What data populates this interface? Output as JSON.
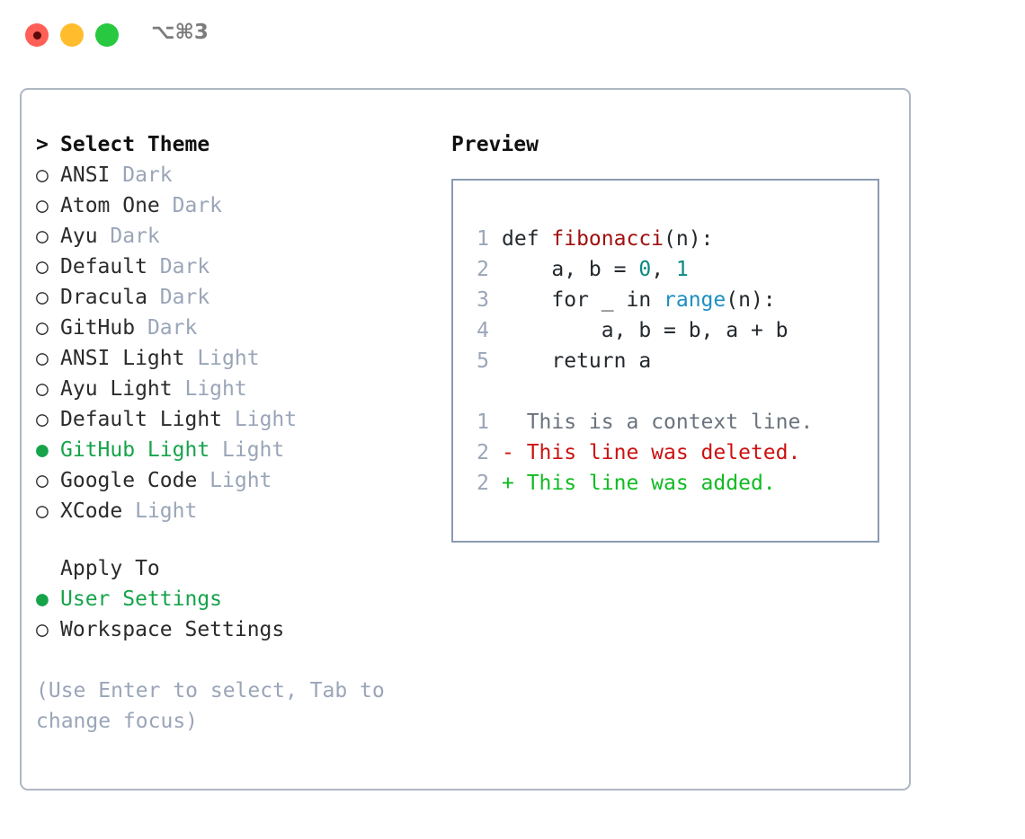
{
  "titlebar": {
    "shortcut": "⌥⌘3",
    "lights": [
      {
        "name": "close",
        "color": "#FF5F57"
      },
      {
        "name": "minimize",
        "color": "#FFBD2E"
      },
      {
        "name": "maximize",
        "color": "#28C840"
      }
    ]
  },
  "colors": {
    "accent_green": "#16A34A",
    "muted": "#9aa5b8",
    "text": "#2b2b2b",
    "border": "#aeb7c4",
    "preview_border": "#8a9bb0",
    "diff_add": "#11BB22",
    "diff_del": "#CC1111",
    "syntax_function": "#A01010",
    "syntax_number": "#0A8A80",
    "syntax_call": "#1E8FC0"
  },
  "theme_list": {
    "header_marker": ">",
    "header_label": "Select Theme",
    "marker_unselected": "○",
    "marker_selected": "●",
    "items": [
      {
        "name": "ANSI",
        "kind": "Dark",
        "selected": false
      },
      {
        "name": "Atom One",
        "kind": "Dark",
        "selected": false
      },
      {
        "name": "Ayu",
        "kind": "Dark",
        "selected": false
      },
      {
        "name": "Default",
        "kind": "Dark",
        "selected": false
      },
      {
        "name": "Dracula",
        "kind": "Dark",
        "selected": false
      },
      {
        "name": "GitHub",
        "kind": "Dark",
        "selected": false
      },
      {
        "name": "ANSI Light",
        "kind": "Light",
        "selected": false
      },
      {
        "name": "Ayu Light",
        "kind": "Light",
        "selected": false
      },
      {
        "name": "Default Light",
        "kind": "Light",
        "selected": false
      },
      {
        "name": "GitHub Light",
        "kind": "Light",
        "selected": true
      },
      {
        "name": "Google Code",
        "kind": "Light",
        "selected": false
      },
      {
        "name": "XCode",
        "kind": "Light",
        "selected": false
      }
    ]
  },
  "apply_to": {
    "label": "Apply To",
    "options": [
      {
        "name": "User Settings",
        "selected": true
      },
      {
        "name": "Workspace Settings",
        "selected": false
      }
    ]
  },
  "hint": "(Use Enter to select, Tab to change focus)",
  "preview": {
    "title": "Preview",
    "code_lines": [
      {
        "no": "1",
        "tokens": [
          {
            "t": "def ",
            "c": "plain"
          },
          {
            "t": "fibonacci",
            "c": "fn"
          },
          {
            "t": "(n):",
            "c": "plain"
          }
        ]
      },
      {
        "no": "2",
        "tokens": [
          {
            "t": "    a, b = ",
            "c": "plain"
          },
          {
            "t": "0",
            "c": "num"
          },
          {
            "t": ", ",
            "c": "plain"
          },
          {
            "t": "1",
            "c": "num"
          }
        ]
      },
      {
        "no": "3",
        "tokens": [
          {
            "t": "    for _ in ",
            "c": "plain"
          },
          {
            "t": "range",
            "c": "call"
          },
          {
            "t": "(n):",
            "c": "plain"
          }
        ]
      },
      {
        "no": "4",
        "tokens": [
          {
            "t": "        a, b = b, a + b",
            "c": "plain"
          }
        ]
      },
      {
        "no": "5",
        "tokens": [
          {
            "t": "    return a",
            "c": "plain"
          }
        ]
      }
    ],
    "diff_lines": [
      {
        "no": "1",
        "prefix": "  ",
        "text": "This is a context line.",
        "kind": "ctx"
      },
      {
        "no": "2",
        "prefix": "- ",
        "text": "This line was deleted.",
        "kind": "del"
      },
      {
        "no": "2",
        "prefix": "+ ",
        "text": "This line was added.",
        "kind": "add"
      }
    ]
  }
}
